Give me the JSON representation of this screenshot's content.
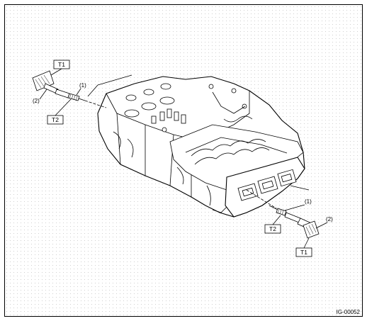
{
  "callouts": {
    "t1_left": "T1",
    "t2_left": "T2",
    "plug_left": "(1)",
    "coil_left": "(2)",
    "plug_right": "(1)",
    "coil_right": "(2)",
    "t2_right": "T2",
    "t1_right": "T1"
  },
  "figure_id": "IG-00052"
}
